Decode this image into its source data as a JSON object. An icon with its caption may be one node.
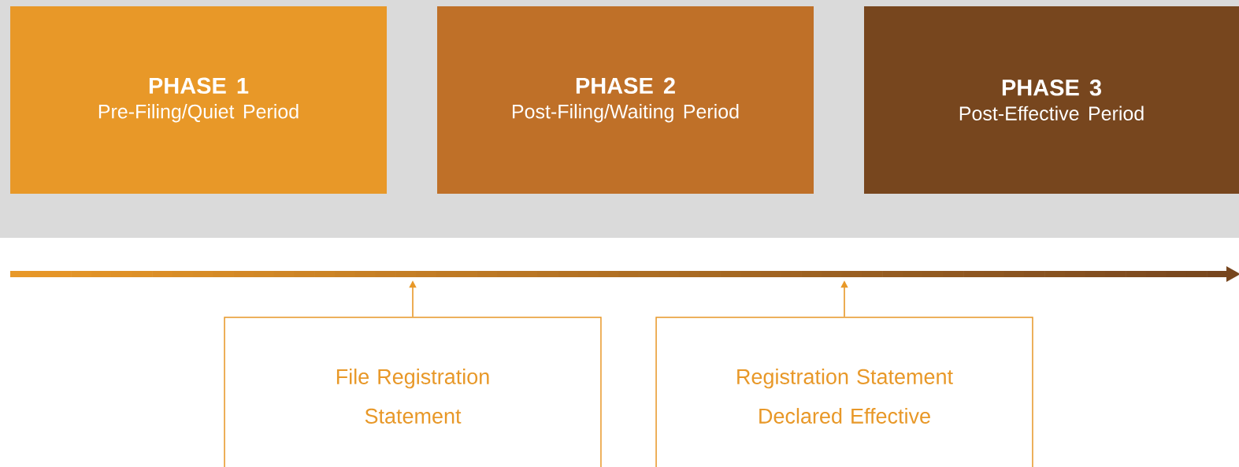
{
  "diagram": {
    "nodes": [
      {
        "text": [
          "PHASE 1",
          "Pre-Filing/Quiet Period"
        ]
      },
      {
        "text": [
          "PHASE 2",
          "Post-Filing/Waiting Period"
        ]
      },
      {
        "text": [
          "PHASE 3",
          "Post-Effective Period"
        ]
      },
      {
        "text": [
          "File Registration Statement"
        ]
      },
      {
        "text": [
          "Registration Statement Declared Effective"
        ]
      }
    ],
    "edges": [
      {
        "from": 3,
        "to": null,
        "arrow": "to"
      },
      {
        "from": 4,
        "to": null,
        "arrow": "to"
      }
    ]
  }
}
